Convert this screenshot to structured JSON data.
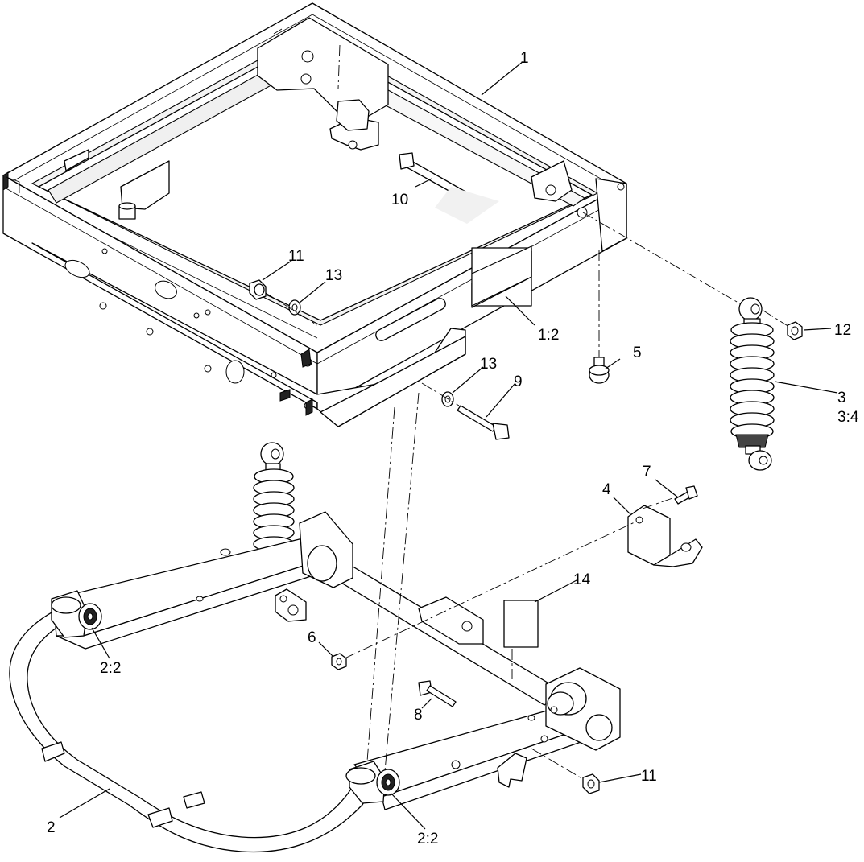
{
  "callouts": [
    {
      "id": "c1",
      "text": "1"
    },
    {
      "id": "c1-2",
      "text": "1:2"
    },
    {
      "id": "c2",
      "text": "2"
    },
    {
      "id": "c2-2a",
      "text": "2:2"
    },
    {
      "id": "c2-2b",
      "text": "2:2"
    },
    {
      "id": "c3",
      "text": "3"
    },
    {
      "id": "c3-4",
      "text": "3:4"
    },
    {
      "id": "c4",
      "text": "4"
    },
    {
      "id": "c5",
      "text": "5"
    },
    {
      "id": "c6",
      "text": "6"
    },
    {
      "id": "c7",
      "text": "7"
    },
    {
      "id": "c8",
      "text": "8"
    },
    {
      "id": "c9",
      "text": "9"
    },
    {
      "id": "c10",
      "text": "10"
    },
    {
      "id": "c11a",
      "text": "11"
    },
    {
      "id": "c11b",
      "text": "11"
    },
    {
      "id": "c12",
      "text": "12"
    },
    {
      "id": "c13a",
      "text": "13"
    },
    {
      "id": "c13b",
      "text": "13"
    },
    {
      "id": "c14",
      "text": "14"
    }
  ]
}
